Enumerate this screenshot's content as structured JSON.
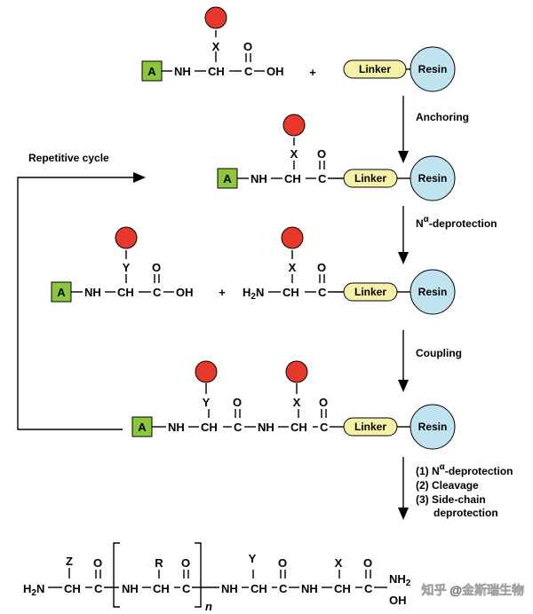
{
  "colors": {
    "side_chain_sphere": "#e8382c",
    "protecting_group_box": "#8cc63f",
    "linker_fill": "#f5f1a6",
    "resin_fill": "#bfe3ef",
    "line": "#000000"
  },
  "labels": {
    "protecting_group": "A",
    "linker": "Linker",
    "resin": "Resin",
    "plus": "+",
    "side_chain_x": "X",
    "side_chain_y": "Y",
    "side_chain_z": "Z",
    "side_chain_r": "R",
    "oxygen": "O",
    "hydroxyl": "OH",
    "amine": "H",
    "amine_sub": "2",
    "amine_n": "N",
    "nh": "NH",
    "ch": "CH",
    "c": "C",
    "nh2_final": "NH",
    "nh2_final_sub": "2",
    "oh_final": "OH",
    "repeat_n": "n"
  },
  "steps": {
    "anchoring": "Anchoring",
    "n_alpha_deprotection_n": "N",
    "n_alpha_deprotection_sup": "α",
    "n_alpha_deprotection_rest": "-deprotection",
    "coupling": "Coupling",
    "repetitive_cycle": "Repetitive cycle",
    "final_1_prefix": "(1) N",
    "final_1_sup": "α",
    "final_1_rest": "-deprotection",
    "final_2": "(2) Cleavage",
    "final_3a": "(3) Side-chain",
    "final_3b": "deprotection"
  },
  "watermark": "知乎 @金斯瑞生物"
}
